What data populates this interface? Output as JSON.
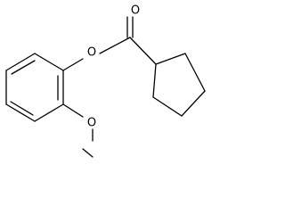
{
  "molecule": {
    "atom_labels": {
      "carbonyl_oxygen": "O",
      "ester_oxygen": "O",
      "methoxy_oxygen": "O"
    },
    "colors": {
      "bond": "#000000",
      "background": "#ffffff"
    }
  }
}
